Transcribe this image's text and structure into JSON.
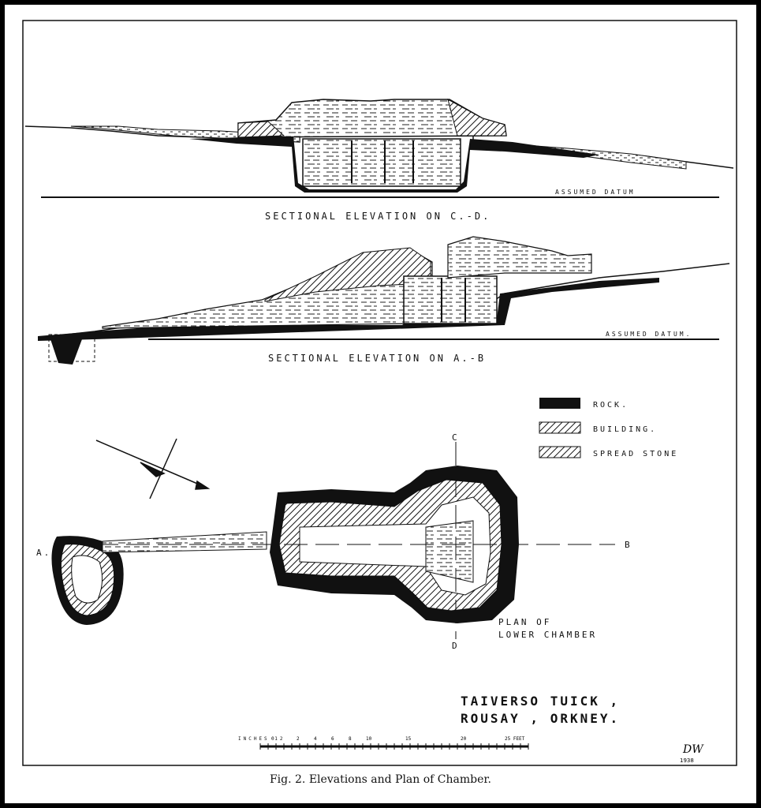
{
  "section_cd": {
    "title": "SECTIONAL ELEVATION ON C.-D.",
    "datum": "ASSUMED DATUM"
  },
  "section_ab": {
    "title": "SECTIONAL ELEVATION ON A.-B",
    "datum": "ASSUMED DATUM."
  },
  "legend": {
    "items": [
      {
        "label": "ROCK.",
        "pattern": "rock"
      },
      {
        "label": "BUILDING.",
        "pattern": "building"
      },
      {
        "label": "SPREAD STONE",
        "pattern": "spread"
      }
    ]
  },
  "plan": {
    "title_line1": "PLAN OF",
    "title_line2": "LOWER CHAMBER",
    "marker_a": "A.",
    "marker_b": "B",
    "marker_c": "C",
    "marker_d": "D"
  },
  "site": {
    "line1": "TAIVERSO TUICK ,",
    "line2": "ROUSAY , ORKNEY."
  },
  "scale": {
    "prefix": "INCHES 12",
    "ticks": [
      "0",
      "2",
      "4",
      "6",
      "8",
      "10",
      "15",
      "20",
      "25 FEET"
    ]
  },
  "signature": {
    "initials": "DW",
    "year": "1938"
  },
  "caption": "Fig. 2. Elevations and Plan of Chamber."
}
